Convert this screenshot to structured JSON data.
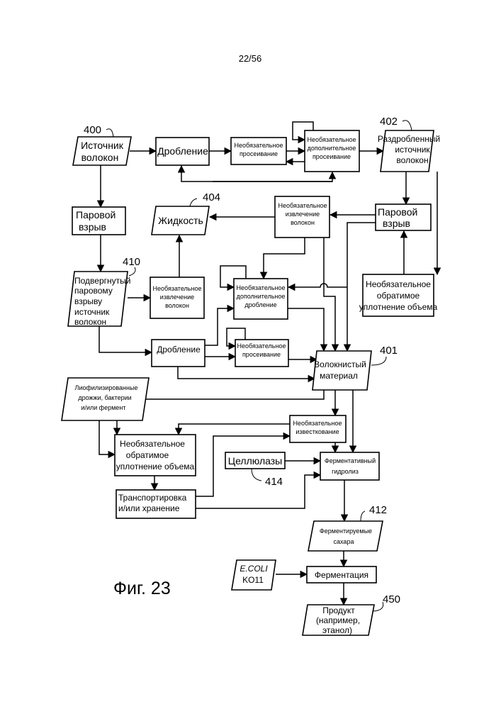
{
  "page_number": "22/56",
  "figure_label": "Фиг. 23",
  "refs": {
    "r400": "400",
    "r402": "402",
    "r404": "404",
    "r410": "410",
    "r401": "401",
    "r414": "414",
    "r412": "412",
    "r450": "450"
  },
  "nodes": {
    "source": [
      "Источник",
      "волокон"
    ],
    "crushing_top": [
      "Дробление"
    ],
    "sieving_top": [
      "Необязательное",
      "просеивание"
    ],
    "extra_sieving": [
      "Необязательное",
      "дополнительное",
      "просеивание"
    ],
    "crushed_source": [
      "Раздробленный",
      "источник",
      "волокон"
    ],
    "steam_left": [
      "Паровой",
      "взрыв"
    ],
    "liquid": [
      "Жидкость"
    ],
    "extraction_top": [
      "Необязательное",
      "извлечение",
      "волокон"
    ],
    "steam_right": [
      "Паровой",
      "взрыв"
    ],
    "steamed_source": [
      "Подвергнутый",
      "паровому",
      "взрыву",
      "источник",
      "волокон"
    ],
    "extraction_mid": [
      "Необязательное",
      "извлечение",
      "волокон"
    ],
    "extra_crushing": [
      "Необязательное",
      "дополнительное",
      "дробление"
    ],
    "densification_right": [
      "Необязательное",
      "обратимое",
      "уплотнение объема"
    ],
    "crushing_mid": [
      "Дробление"
    ],
    "sieving_mid": [
      "Необязательное",
      "просеивание"
    ],
    "fibrous_material": [
      "Волокнистый",
      "материал"
    ],
    "lyophilized": [
      "Лиофилизированные",
      "дрожжи, бактерии",
      "и/или фермент"
    ],
    "liming": [
      "Необязательное",
      "известкование"
    ],
    "densification_left": [
      "Необязательное",
      "обратимое",
      "уплотнение объема"
    ],
    "cellulases": [
      "Целлюлазы"
    ],
    "hydrolysis": [
      "Ферментативный",
      "гидролиз"
    ],
    "transport": [
      "Транспортировка",
      "и/или хранение"
    ],
    "sugars": [
      "Ферментируемые",
      "сахара"
    ],
    "ecoli": [
      "E.COLI",
      "KO11"
    ],
    "fermentation": [
      "Ферментация"
    ],
    "product": [
      "Продукт",
      "(например,",
      "этанол)"
    ]
  }
}
